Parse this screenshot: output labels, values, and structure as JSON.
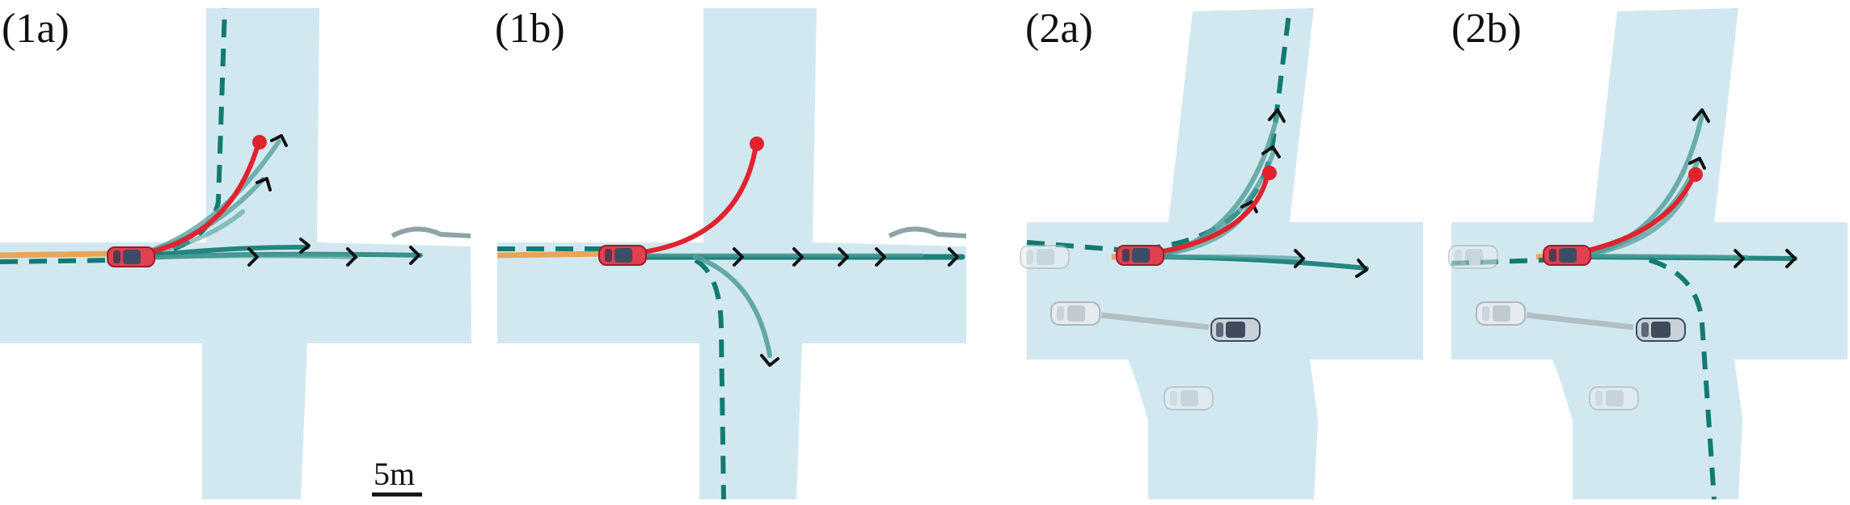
{
  "figure": {
    "colors": {
      "road": "#d2e8f0",
      "teal": "#127a72",
      "teal_light": "#4f9e99",
      "red": "#e0232f",
      "orange": "#e7a55b",
      "gray_path": "#8ea3a6",
      "car_red": "#e0404f",
      "car_gray": "#a9b3b8",
      "car_dark": "#3d4b5c"
    },
    "panels": [
      {
        "label": "(1a)"
      },
      {
        "label": "(1b)"
      },
      {
        "label": "(2a)"
      },
      {
        "label": "(2b)"
      }
    ],
    "scale_bar": {
      "label": "5m"
    }
  }
}
